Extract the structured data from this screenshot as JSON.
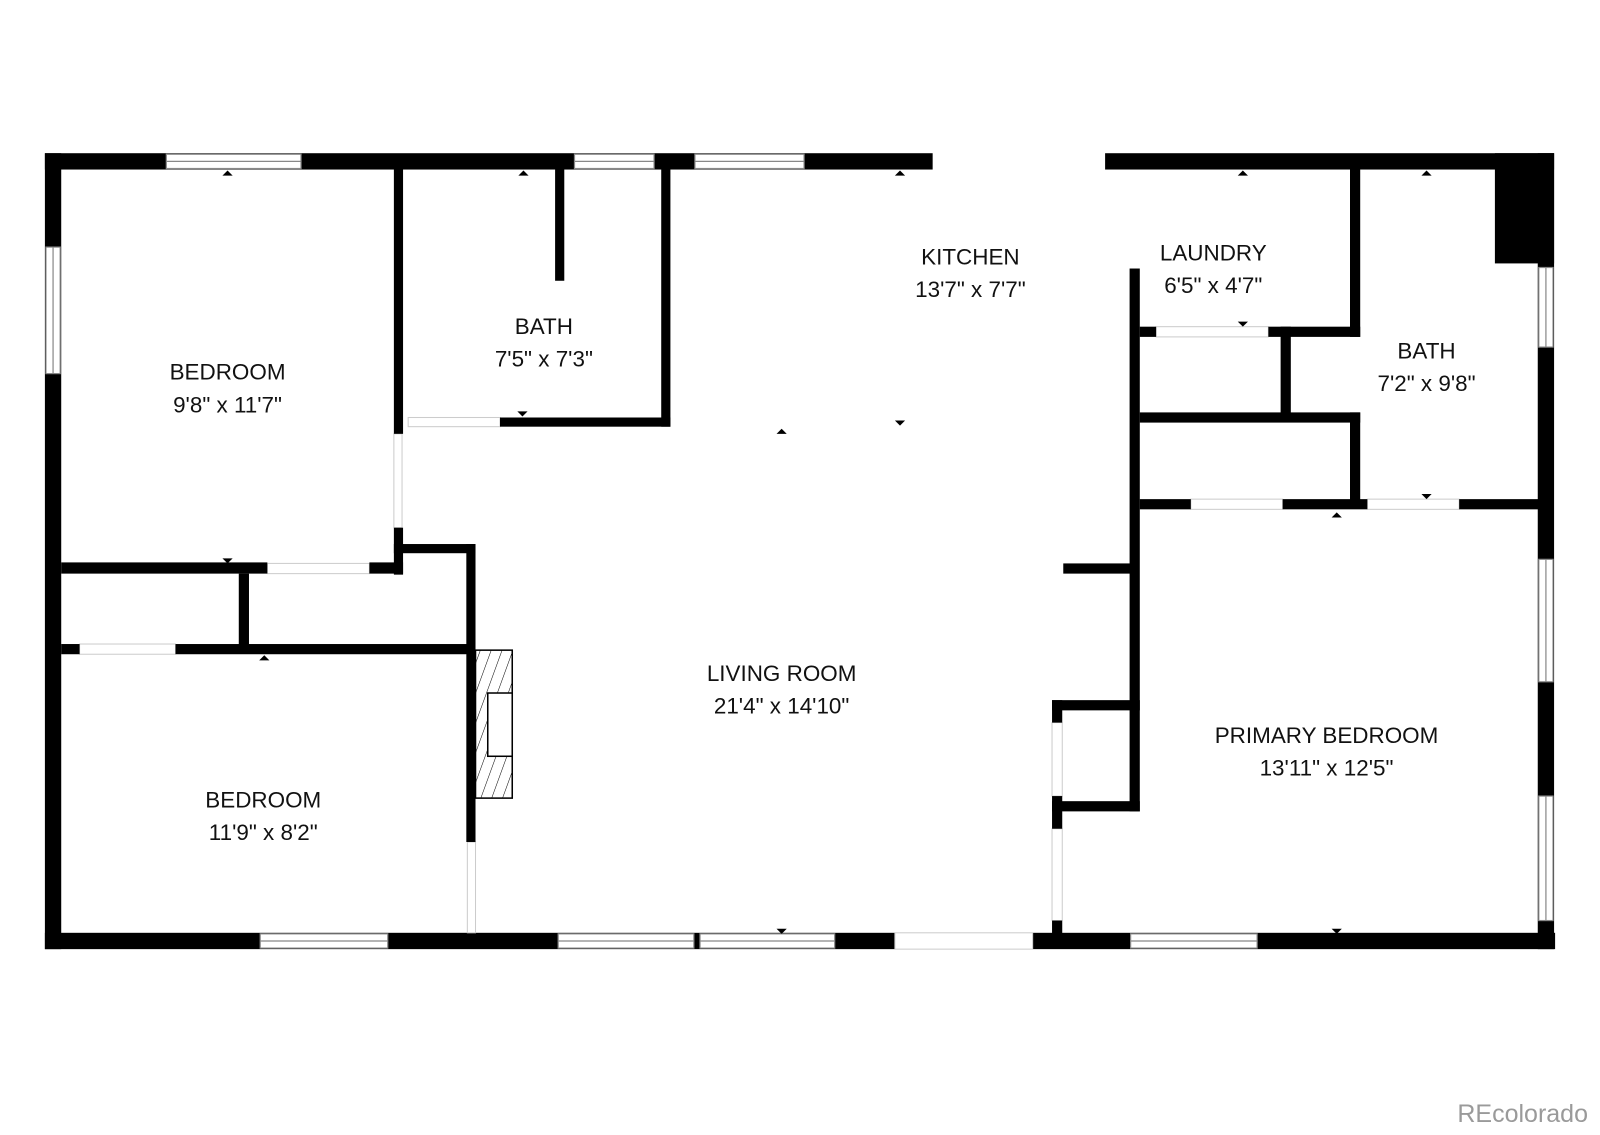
{
  "rooms": [
    {
      "id": "bedroom1",
      "name": "BEDROOM",
      "size": "9'8\" x 11'7\""
    },
    {
      "id": "bath1",
      "name": "BATH",
      "size": "7'5\" x 7'3\""
    },
    {
      "id": "kitchen",
      "name": "KITCHEN",
      "size": "13'7\" x 7'7\""
    },
    {
      "id": "laundry",
      "name": "LAUNDRY",
      "size": "6'5\" x 4'7\""
    },
    {
      "id": "bath2",
      "name": "BATH",
      "size": "7'2\" x 9'8\""
    },
    {
      "id": "living",
      "name": "LIVING ROOM",
      "size": "21'4\" x 14'10\""
    },
    {
      "id": "primary",
      "name": "PRIMARY BEDROOM",
      "size": "13'11\" x 12'5\""
    },
    {
      "id": "bedroom2",
      "name": "BEDROOM",
      "size": "11'9\" x 8'2\""
    }
  ],
  "watermark": "REcolorado",
  "colors": {
    "wall": "#000000",
    "window": "#ffffff",
    "logo": "#9a9a9a"
  }
}
